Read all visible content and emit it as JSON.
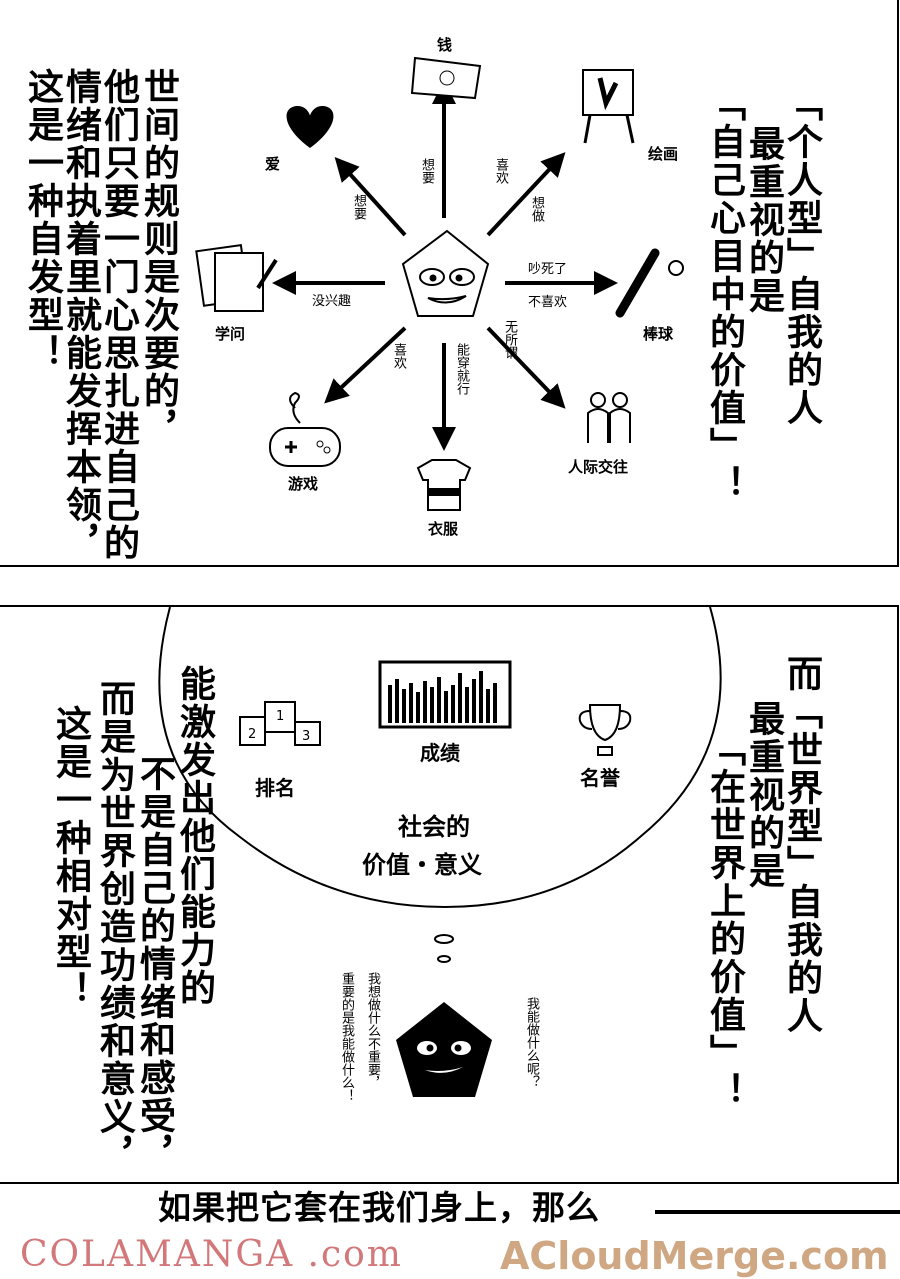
{
  "panel1": {
    "left_text": [
      "世间的规则是次要的，",
      "他们只要一门心思扎进自己的",
      "情绪和执着里就能发挥本领，",
      "这是一种自发型！"
    ],
    "right_text": [
      "「个人型」自我的人",
      "最重视的是",
      "「自己心目中的价值」！"
    ],
    "nodes": {
      "money": "钱",
      "painting": "绘画",
      "love": "爱",
      "study": "学问",
      "baseball": "棒球",
      "games": "游戏",
      "clothes": "衣服",
      "social": "人际交往"
    },
    "arrows": {
      "money": "想要",
      "painting_a": "喜欢",
      "painting_b": "想做",
      "love": "想要",
      "study": "没兴趣",
      "baseball_a": "吵死了",
      "baseball_b": "不喜欢",
      "games": "喜欢",
      "clothes": "能穿就行",
      "social": "无所谓"
    }
  },
  "panel2": {
    "left_text": [
      "能激发出他们能力的",
      "不是自己的情绪和感受，",
      "而是为世界创造功绩和意义，",
      "这是一种相对型！"
    ],
    "right_text": [
      "而「世界型」自我的人",
      "最重视的是",
      "「在世界上的价值」！"
    ],
    "bubble": {
      "ranking": "排名",
      "results": "成绩",
      "honor": "名誉",
      "title_line1": "社会的",
      "title_line2": "价值・意义",
      "podium": [
        "1",
        "2",
        "3"
      ]
    },
    "thought_left": [
      "我想做什么不重要，",
      "重要的是我能做什么！"
    ],
    "thought_right": "我能做什么呢？"
  },
  "caption": "如果把它套在我们身上，那么",
  "watermark": {
    "line1": "COLAMANGA .com",
    "line2": "ACloudMerge.com"
  }
}
